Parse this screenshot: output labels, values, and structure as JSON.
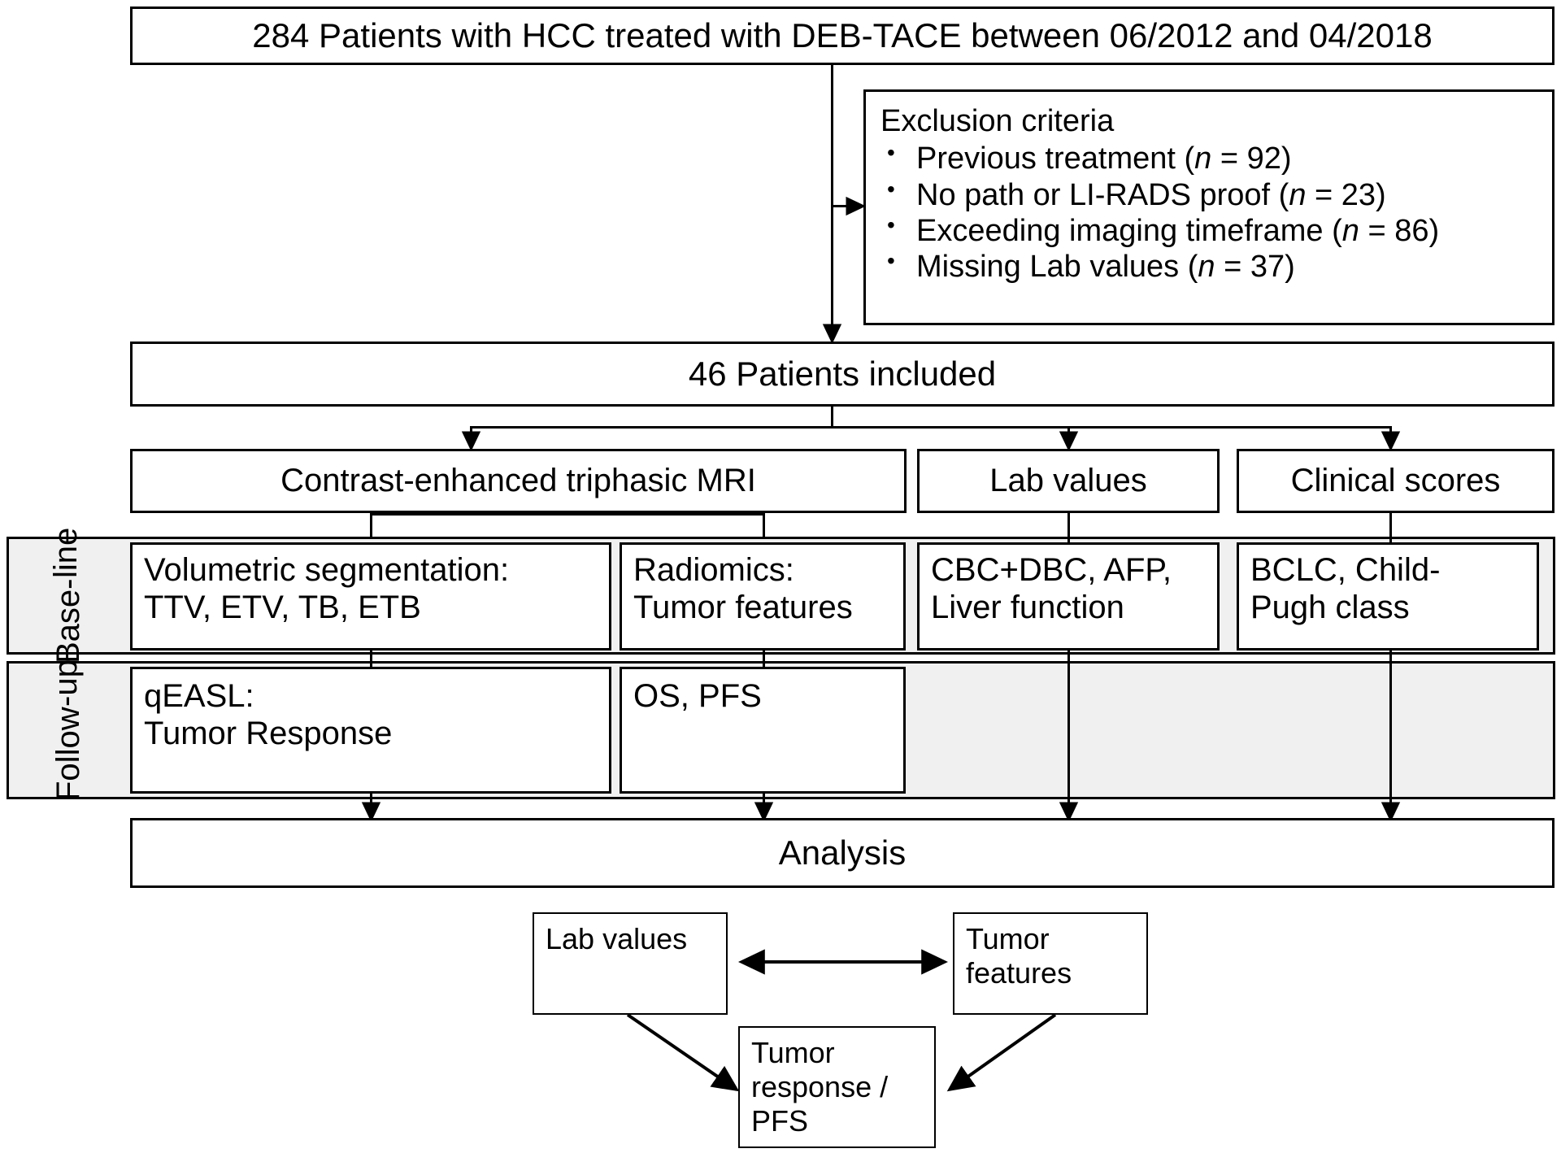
{
  "diagram": {
    "type": "flowchart",
    "title_text": "",
    "nodes": {
      "cohort": {
        "label": "284 Patients with HCC treated with DEB-TACE between 06/2012 and 04/2018"
      },
      "exclusion": {
        "heading": "Exclusion criteria",
        "items": [
          {
            "text": "Previous treatment (",
            "n_var": "n",
            "eq": " = 92)"
          },
          {
            "text": "No path or LI-RADS proof (",
            "n_var": "n",
            "eq": " = 23)"
          },
          {
            "text": "Exceeding imaging timeframe (",
            "n_var": "n",
            "eq": " = 86)"
          },
          {
            "text": "Missing Lab values (",
            "n_var": "n",
            "eq": " = 37)"
          }
        ]
      },
      "included": {
        "label": "46 Patients included"
      },
      "mri": {
        "label": "Contrast-enhanced triphasic MRI"
      },
      "lab_values_mid": {
        "label": "Lab values"
      },
      "clinical_scores": {
        "label": "Clinical scores"
      },
      "volumetric": {
        "line1": "Volumetric segmentation:",
        "line2": "TTV, ETV, TB, ETB"
      },
      "radiomics": {
        "line1": "Radiomics:",
        "line2": "Tumor features"
      },
      "cbc": {
        "line1": "CBC+DBC, AFP,",
        "line2": "Liver function"
      },
      "bclc": {
        "line1": "BCLC, Child-",
        "line2": "Pugh class"
      },
      "qeasl": {
        "line1": "qEASL:",
        "line2": "Tumor Response"
      },
      "os_pfs": {
        "label": "OS, PFS"
      },
      "analysis": {
        "label": "Analysis"
      },
      "lab_values_bottom": {
        "label": "Lab values"
      },
      "tumor_features_bottom": {
        "line1": "Tumor",
        "line2": "features"
      },
      "tumor_response": {
        "line1": "Tumor",
        "line2": "response /",
        "line3": "PFS"
      }
    },
    "swimlanes": {
      "baseline": {
        "line1": "Base-",
        "line2": "line"
      },
      "followup": {
        "line1": "Follow",
        "line2": "-up"
      }
    },
    "colors": {
      "stroke": "#000000",
      "background": "#ffffff",
      "lane_fill": "#f0f0f0"
    }
  }
}
